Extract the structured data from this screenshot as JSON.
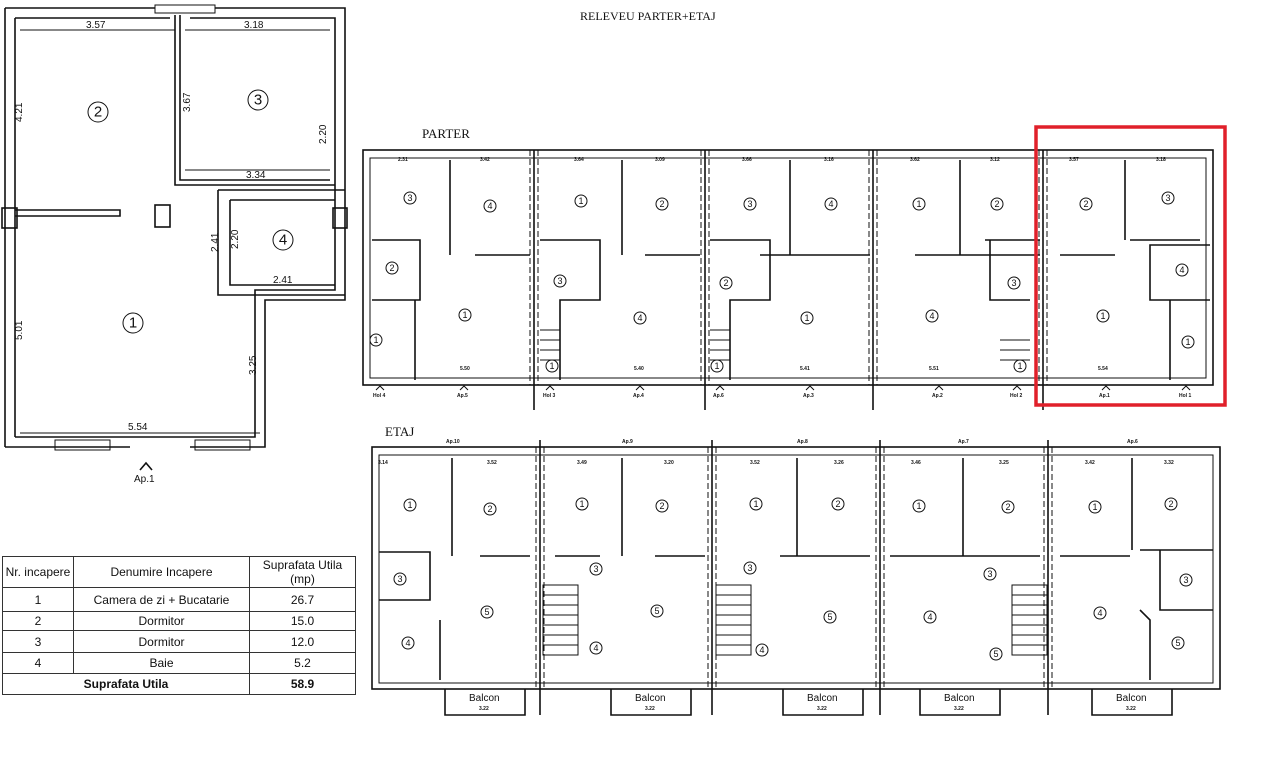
{
  "title": "RELEVEU  PARTER+ETAJ",
  "sections": {
    "parter": "PARTER",
    "etaj": "ETAJ"
  },
  "highlight_color": "#e0202a",
  "detail_plan": {
    "apartment": "Ap.1",
    "rooms": [
      "2",
      "3",
      "4",
      "1"
    ],
    "dims": [
      "3.57",
      "3.18",
      "4.21",
      "3.67",
      "2.20",
      "3.34",
      "2.41",
      "2.20",
      "2.41",
      "5.01",
      "3.25",
      "5.54"
    ]
  },
  "area_table": {
    "headers": [
      "Nr. incapere",
      "Denumire Incapere",
      "Suprafata Utila (mp)"
    ],
    "rows": [
      {
        "nr": "1",
        "name": "Camera de zi + Bucatarie",
        "area": "26.7"
      },
      {
        "nr": "2",
        "name": "Dormitor",
        "area": "15.0"
      },
      {
        "nr": "3",
        "name": "Dormitor",
        "area": "12.0"
      },
      {
        "nr": "4",
        "name": "Baie",
        "area": "5.2"
      }
    ],
    "total_label": "Suprafata Utila",
    "total_value": "58.9"
  },
  "parter": {
    "top_dims": [
      "2.31",
      "3.42",
      "3.64",
      "3.09",
      "3.66",
      "3.16",
      "3.62",
      "3.12",
      "3.57",
      "3.18"
    ],
    "bottom_dims": [
      "5.50",
      "5.40",
      "5.41",
      "5.51",
      "5.54"
    ],
    "rooms": [
      "3",
      "4",
      "1",
      "2",
      "3",
      "4",
      "1",
      "2",
      "2",
      "3",
      "2",
      "1",
      "1",
      "3",
      "4",
      "1",
      "2",
      "1",
      "1",
      "4",
      "3",
      "1",
      "1",
      "4",
      "1"
    ],
    "entrances": [
      "Hol 4",
      "Ap.5",
      "Hol 3",
      "Ap.4",
      "Ap.6",
      "Ap.3",
      "Ap.2",
      "Hol 2",
      "Ap.1",
      "Hol 1"
    ]
  },
  "etaj": {
    "apartments": [
      "Ap.10",
      "Ap.9",
      "Ap.8",
      "Ap.7",
      "Ap.6"
    ],
    "top_dims": [
      "3.14",
      "3.52",
      "3.49",
      "3.20",
      "3.52",
      "3.26",
      "3.46",
      "3.25",
      "3.42",
      "3.32"
    ],
    "rooms": [
      "1",
      "2",
      "1",
      "2",
      "1",
      "2",
      "1",
      "2",
      "1",
      "2",
      "3",
      "4",
      "5",
      "3",
      "4",
      "5",
      "3",
      "4",
      "5",
      "4",
      "3",
      "5",
      "4",
      "3",
      "5"
    ],
    "balcony_label": "Balcon",
    "balcony_dim": "3.22"
  }
}
